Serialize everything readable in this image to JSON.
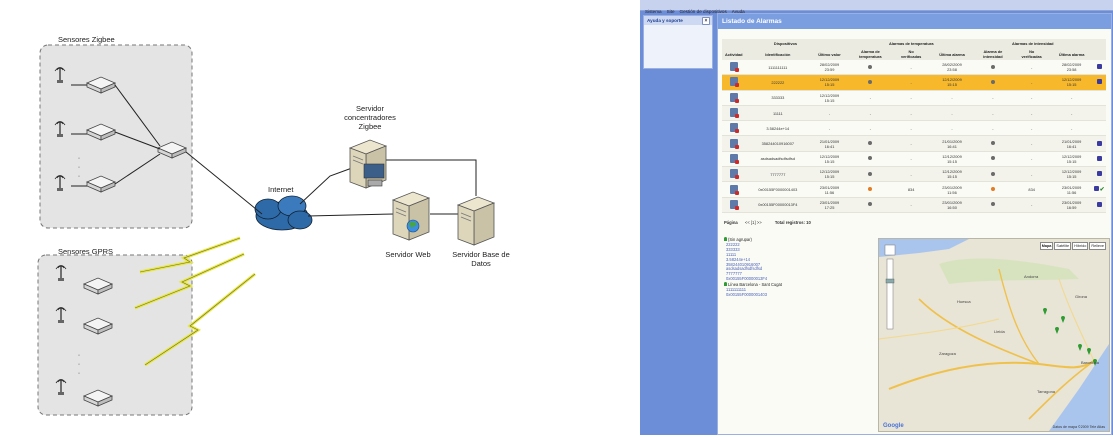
{
  "diagram": {
    "zigbee_group_label": "Sensores Zigbee",
    "gprs_group_label": "Sensores GPRS",
    "internet_label": "Internet",
    "concentrator_label": [
      "Servidor",
      "concentradores",
      "Zigbee"
    ],
    "web_label": "Servidor Web",
    "db_label": [
      "Servidor Base de",
      "Datos"
    ],
    "ellipsis": "·"
  },
  "app": {
    "menu": [
      "Sistema",
      "Site",
      "Gestión de dispositivos",
      "Ayuda"
    ],
    "sidebar_title": "Ayuda y soporte",
    "sidebar_close": "×",
    "panel_title": "Listado de Alarmas",
    "columns": {
      "group_devices": "Dispositivos",
      "group_temperature": "Alarmas de temperatura",
      "group_intensity": "Alarmas de intensidad",
      "activity": "Actividad",
      "identification": "Identificación",
      "last_value": "Último valor",
      "temp_alarm": [
        "Alarma de",
        "temperatura"
      ],
      "temp_unverified": [
        "No",
        "verificadas"
      ],
      "temp_last": "Última alarma",
      "int_alarm": [
        "Alarma de",
        "intensidad"
      ],
      "int_unverified": [
        "No",
        "verificadas"
      ],
      "int_last": "Última alarma"
    },
    "rows": [
      {
        "id": "1111111111",
        "last_value": [
          "28/02/2009",
          "23:59"
        ],
        "temp_dot": "grey",
        "temp_unv": "-",
        "temp_last": [
          "28/02/2009",
          "23:58"
        ],
        "int_dot": "grey",
        "int_unv": "-",
        "int_last": [
          "28/02/2009",
          "23:58"
        ],
        "action": "icon",
        "selected": false
      },
      {
        "id": "222222",
        "last_value": [
          "12/12/2009",
          "15:15"
        ],
        "temp_dot": "grey",
        "temp_unv": "-",
        "temp_last": [
          "12/12/2009",
          "15:15"
        ],
        "int_dot": "grey",
        "int_unv": "-",
        "int_last": [
          "12/12/2009",
          "15:15"
        ],
        "action": "icon",
        "selected": true
      },
      {
        "id": "333333",
        "last_value": [
          "12/12/2009",
          "15:15"
        ],
        "temp_dot": "none",
        "temp_unv": "-",
        "temp_last": [
          "-"
        ],
        "int_dot": "none",
        "int_unv": "-",
        "int_last": [
          "-"
        ],
        "action": "none",
        "selected": false
      },
      {
        "id": "11111",
        "last_value": [
          "-"
        ],
        "temp_dot": "none",
        "temp_unv": "-",
        "temp_last": [
          "-"
        ],
        "int_dot": "none",
        "int_unv": "-",
        "int_last": [
          "-"
        ],
        "action": "none",
        "selected": false
      },
      {
        "id": "3.58244e+14",
        "last_value": [
          "-"
        ],
        "temp_dot": "none",
        "temp_unv": "-",
        "temp_last": [
          "-"
        ],
        "int_dot": "none",
        "int_unv": "-",
        "int_last": [
          "-"
        ],
        "action": "none",
        "selected": false
      },
      {
        "id": "358244010916007",
        "last_value": [
          "21/01/2009",
          "16:41"
        ],
        "temp_dot": "grey",
        "temp_unv": "-",
        "temp_last": [
          "21/01/2009",
          "16:41"
        ],
        "int_dot": "grey",
        "int_unv": "-",
        "int_last": [
          "21/01/2009",
          "16:41"
        ],
        "action": "icon",
        "selected": false
      },
      {
        "id": "asdsadsadfsdfsdfsd",
        "last_value": [
          "12/12/2009",
          "15:15"
        ],
        "temp_dot": "grey",
        "temp_unv": "-",
        "temp_last": [
          "12/12/2009",
          "15:15"
        ],
        "int_dot": "grey",
        "int_unv": "-",
        "int_last": [
          "12/12/2009",
          "15:15"
        ],
        "action": "icon",
        "selected": false
      },
      {
        "id": "7777777",
        "last_value": [
          "12/12/2009",
          "15:15"
        ],
        "temp_dot": "grey",
        "temp_unv": "-",
        "temp_last": [
          "12/12/2009",
          "15:15"
        ],
        "int_dot": "grey",
        "int_unv": "-",
        "int_last": [
          "12/12/2009",
          "15:15"
        ],
        "action": "icon",
        "selected": false
      },
      {
        "id": "0x00155F0000001403",
        "last_value": [
          "23/01/2009",
          "11:56"
        ],
        "temp_dot": "orange",
        "temp_unv": "834",
        "temp_last": [
          "23/01/2009",
          "11:56"
        ],
        "int_dot": "orange",
        "int_unv": "834",
        "int_last": [
          "23/01/2009",
          "11:56"
        ],
        "action": "check",
        "selected": false
      },
      {
        "id": "0x00155F00000013F4",
        "last_value": [
          "23/01/2009",
          "17:25"
        ],
        "temp_dot": "grey",
        "temp_unv": "-",
        "temp_last": [
          "23/01/2009",
          "16:50"
        ],
        "int_dot": "grey",
        "int_unv": "-",
        "int_last": [
          "23/01/2009",
          "16:59"
        ],
        "action": "icon",
        "selected": false
      }
    ],
    "pager": {
      "label": "Página",
      "nav": "<< [1] >>",
      "total": "Total registros: 10"
    },
    "tree": {
      "group1": "(Sin agrupar)",
      "group1_items": [
        "222222",
        "333333",
        "11111",
        "3.58244e+14",
        "358244010916007",
        "asdsadsadfsdfsdfsd",
        "7777777",
        "0x00155F00000013F4"
      ],
      "group2": "Línea Barcelona - Sant Cugat",
      "group2_items": [
        "1111111111",
        "0x00155F0000001403"
      ]
    },
    "map": {
      "tabs": [
        "Mapa",
        "Satélite",
        "Híbrido",
        "Relieve"
      ],
      "active_tab": "Mapa",
      "credit": "Datos de mapa ©2009 Tele Atlas",
      "logo": "Google",
      "cities": [
        "Barcelona",
        "Zaragoza",
        "Lleida",
        "Tarragona",
        "Huesca",
        "Andorra",
        "Girona"
      ],
      "colors": {
        "land": "#e8e4d6",
        "sea": "#a9c5ee",
        "road": "#f0c14a",
        "marker": "#2e9b33"
      }
    }
  }
}
